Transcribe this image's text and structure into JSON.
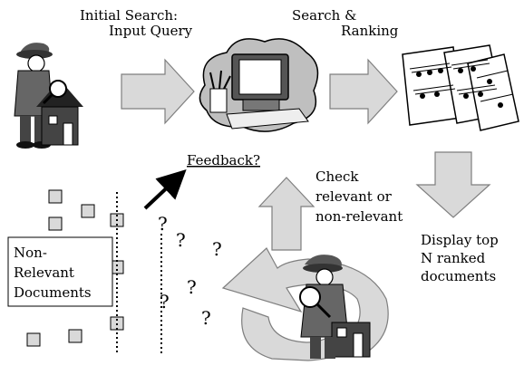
{
  "labels": {
    "initial_search_line1": "Initial Search:",
    "initial_search_line2": "Input Query",
    "search_ranking_line1": "Search &",
    "search_ranking_line2": "Ranking",
    "feedback": "Feedback?",
    "check_line1": "Check",
    "check_line2": "relevant or",
    "check_line3": "non-relevant",
    "display_line1": "Display top",
    "display_line2": "N ranked",
    "display_line3": "documents",
    "nonrelevant_line1": "Non-",
    "nonrelevant_line2": "Relevant",
    "nonrelevant_line3": "Documents"
  },
  "question_marks": [
    "?",
    "?",
    "?",
    "?",
    "?",
    "?"
  ],
  "colors": {
    "arrow_fill": "#d9d9d9",
    "arrow_stroke": "#7f7f7f",
    "doc_square_fill": "#d9d9d9",
    "ink": "#000000"
  },
  "icons": {
    "detective_house": "detective-with-house-icon",
    "computer": "computer-icon",
    "music_sheets": "music-sheets-icon",
    "detective_examining": "detective-examining-icon"
  }
}
